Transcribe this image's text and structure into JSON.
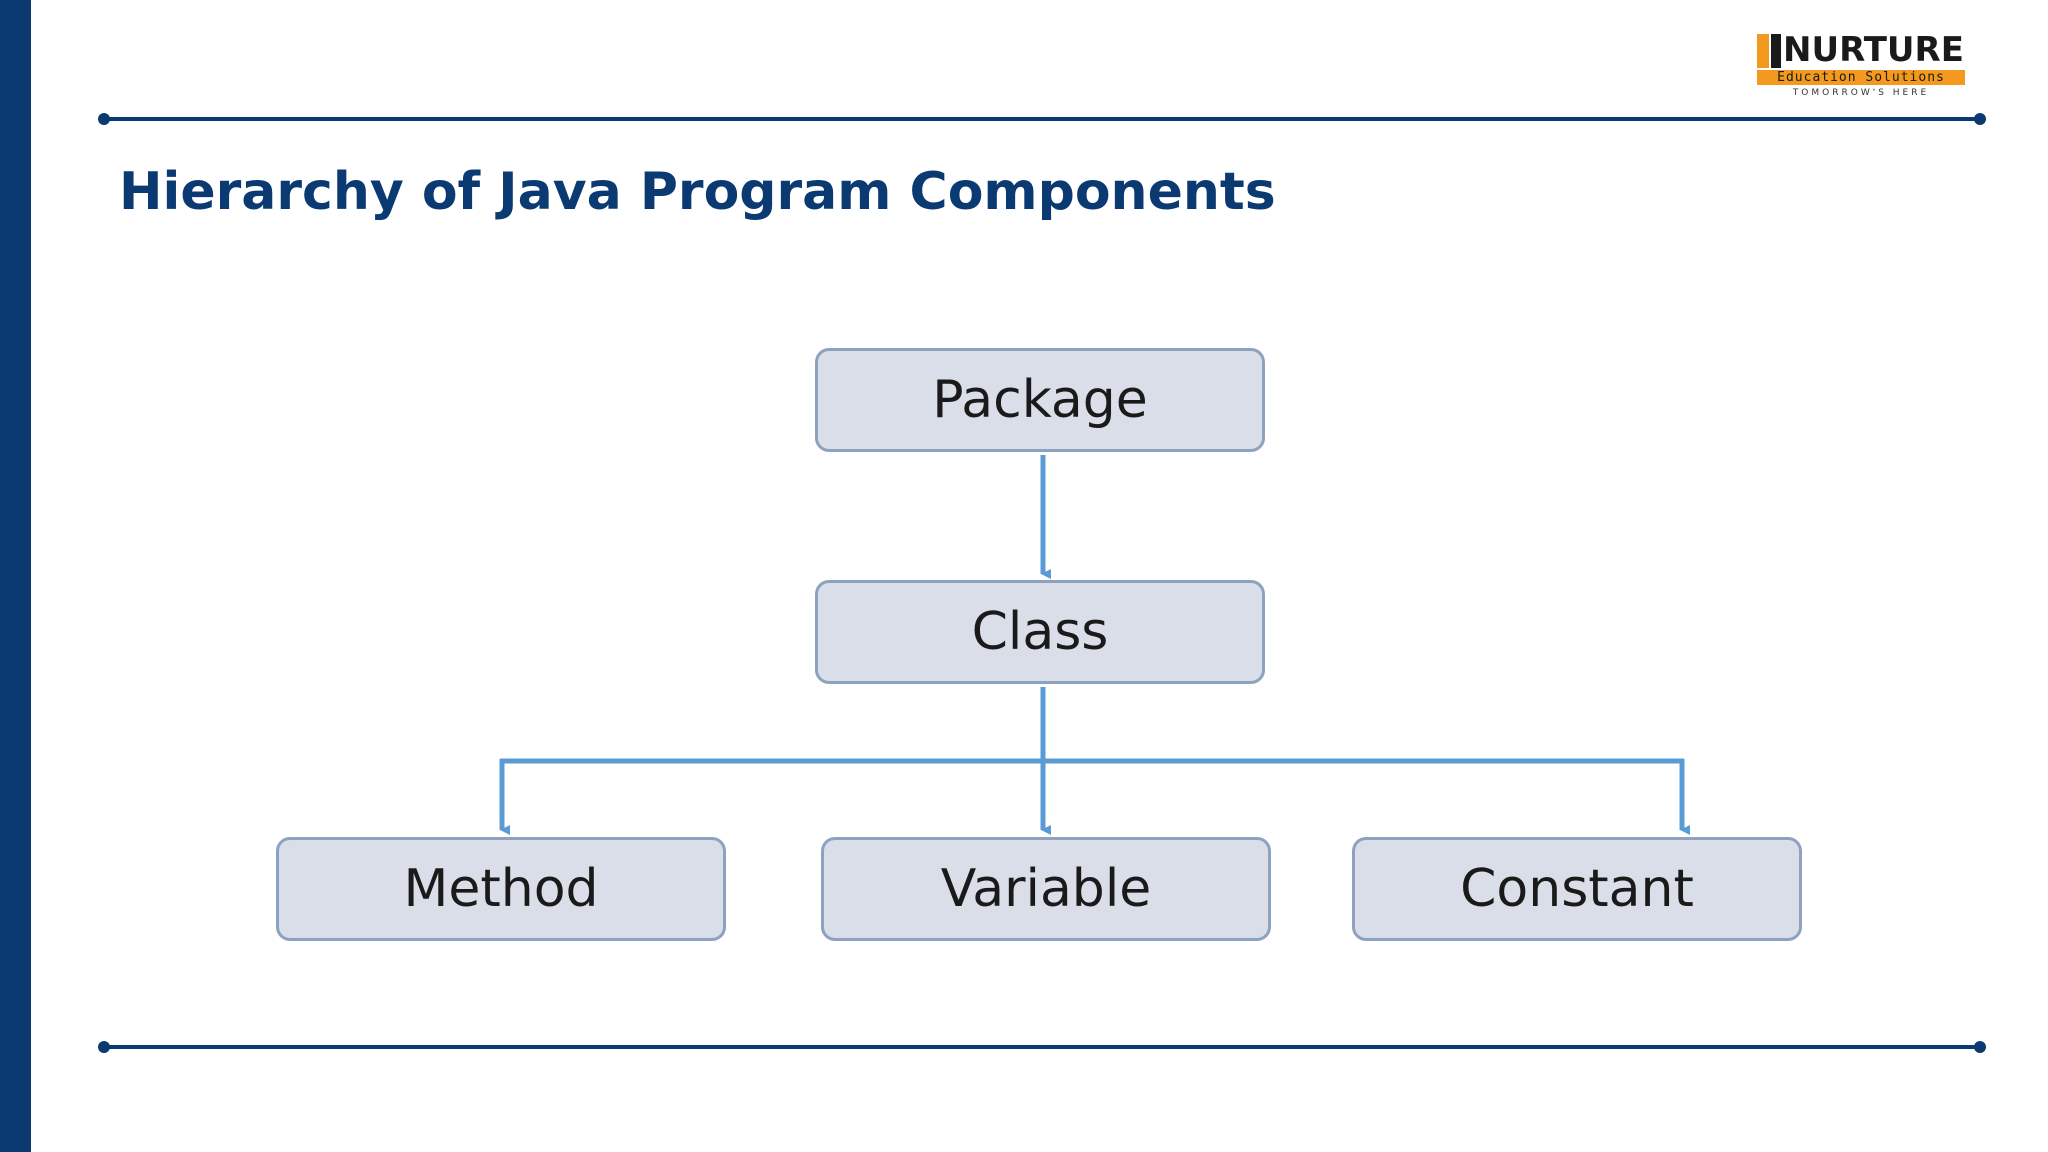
{
  "slide": {
    "title": "Hierarchy of Java Program Components"
  },
  "logo": {
    "brand": "NURTURE",
    "subtitle": "Education Solutions",
    "tagline": "TOMORROW'S HERE"
  },
  "diagram": {
    "nodes": {
      "package": "Package",
      "class": "Class",
      "method": "Method",
      "variable": "Variable",
      "constant": "Constant"
    },
    "edges": [
      [
        "Package",
        "Class"
      ],
      [
        "Class",
        "Method"
      ],
      [
        "Class",
        "Variable"
      ],
      [
        "Class",
        "Constant"
      ]
    ]
  },
  "colors": {
    "brand_navy": "#0b3a73",
    "logo_orange": "#f39a1e",
    "node_fill": "#d9dee9",
    "node_border": "#8ea2c0",
    "connector": "#5b9bd5"
  }
}
